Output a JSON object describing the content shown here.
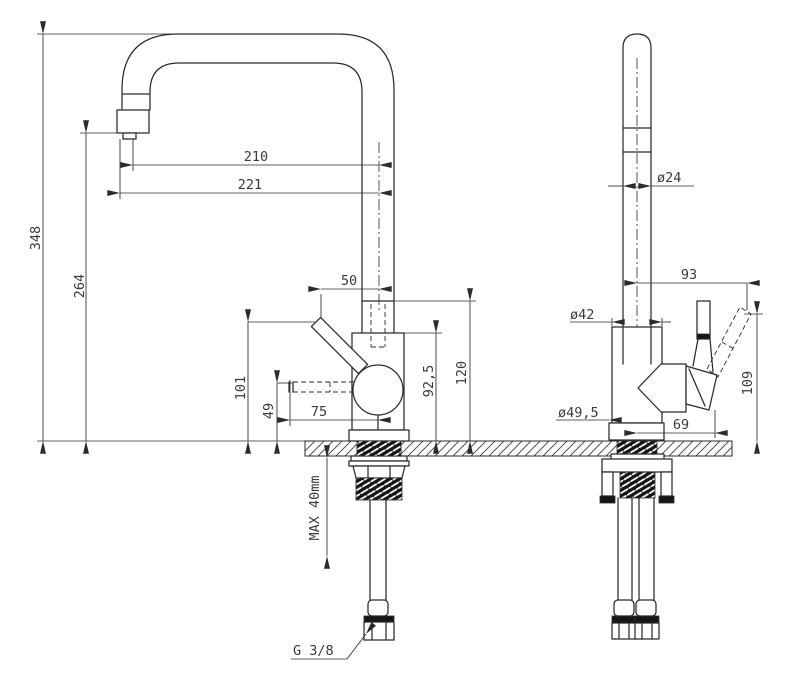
{
  "drawing": {
    "kind": "faucet-installation-technical-drawing",
    "colors": {
      "ink": "#2b2b2b",
      "background": "#ffffff",
      "dark_fill": "#161616"
    },
    "front_view": {
      "dims": {
        "overall_height": "348",
        "outlet_height": "264",
        "spout_reach_center": "210",
        "spout_reach_outer": "221",
        "handle_offset": "50",
        "handle_tip_height": "101",
        "cartridge_height": "49",
        "handle_reach": "75",
        "body_top_height": "92,5",
        "riser_joint_height": "120",
        "max_counter_thickness": "MAX 40mm",
        "supply_thread": "G 3/8"
      }
    },
    "side_view": {
      "dims": {
        "spout_tube_diameter": "ø24",
        "body_diameter": "ø42",
        "base_diameter": "ø49,5",
        "handle_reach": "93",
        "valve_width": "69",
        "handle_height": "109"
      }
    }
  }
}
